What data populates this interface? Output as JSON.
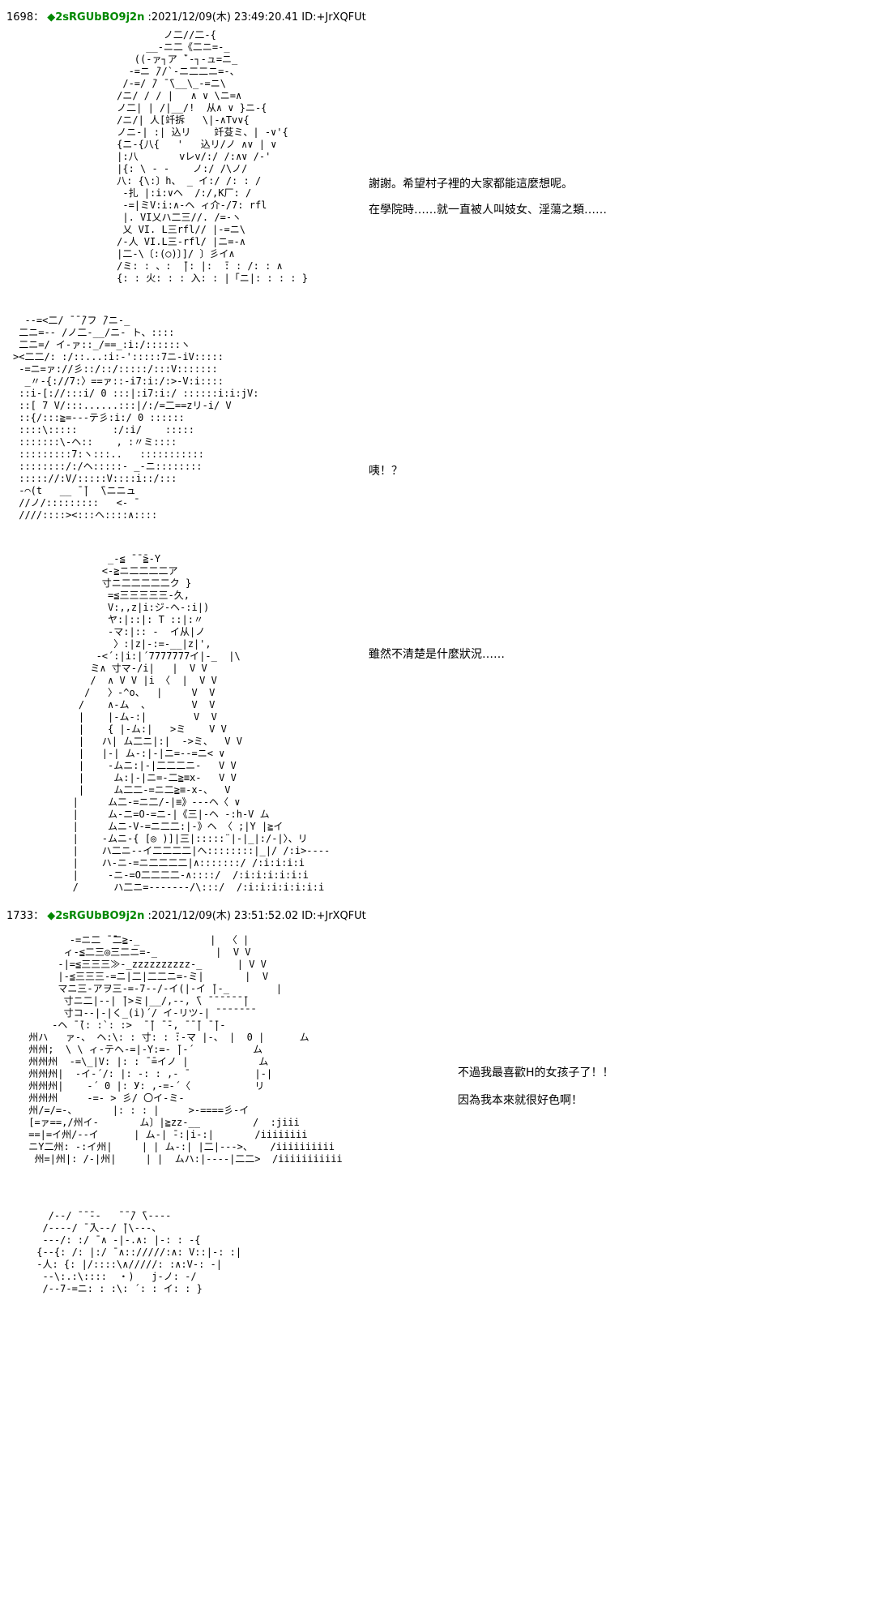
{
  "colors": {
    "background": "#ffffff",
    "text": "#000000",
    "tripcode_green": "#008800"
  },
  "posts": [
    {
      "header": {
        "number": "1698",
        "separator": "：",
        "tripcode": "◆2sRGUbBO9j2n",
        "meta": " :2021/12/09(木) 23:49:20.41 ID:+JrXQFUt"
      },
      "dialogues": [
        "謝謝。希望村子裡的大家都能這麼想呢。",
        "在學院時……就一直被人叫妓女、淫蕩之類……",
        "咦！？",
        "雖然不清楚是什麼狀況……"
      ],
      "aa_blocks": [
        [
          "             ノ二//二-{",
          "          __-ニ二《二ニ=-_",
          "        ((-ァ┐ア ̄`-┐-ュ=ニ_",
          "       -=ニ ̄//`-ニ二二ニ=-、",
          "      /-=/ ̄/ ̄ ̄\\__\\_-=ニ\\",
          "     /ニ/ / / |   ∧ ∨ \\ニ=∧",
          "     ノ二| | /|__/!  从∧ ∨ }ニ-{",
          "     /ニ/| 人[竏拆   \\|-∧Тv∨{",
          "     ノニ-| :| 込リ    竏芟ミ、| -∨'{",
          "     {ニ-{八{   '   込リ/ノ ∧∨ | ∨",
          "     |:八       vレv/:/ /:∧∨ /-'",
          "     |{: \\ - -    ノ:/ /\\ノ/",
          "     八: {\\:〕h、 _ イ:/ /: : /",
          "      -扎 |:i:∨ヘ  /:/,K厂: /",
          "      -=|ミV:i:∧-ヘ ィ介-/7: rfl",
          "      |. VI乂ハ二三//. /=-ヽ",
          "      乂 VI. L三rfl// |-=ニ\\",
          "     /-人 VI.L三-rfl/ |ニ=-∧",
          "     |二-\\〔:(○)〕]/ 〕彡イ∧",
          "     /ミ: : 、:  ̄|: |:  ̄: : /: : ∧",
          "     {: : 火: : : 入: : |「ニ|: : : : }"
        ],
        [
          "  --=<二/ ̄ ̄ ̄/フ ̄/ニ-_",
          " 二ニ=-- /ノ二-__/ニ- ト、::::",
          " 二ニ=/ イ-ァ::_/==_:i:/::::::ヽ",
          "><二二/: :/::...:i:-':::::7ニ-iV:::::",
          " -=ニ=ァ://彡::/::/:::::/:::V:::::::",
          "  _〃-{://7:〉==ァ::-i7:i:/:>-V:i::::",
          " ::i-[://:::i/ 0 :::|:i7:i:/ ::::::i:i:jV:",
          " ::[ 7 V/:::......:::|/:/=二==zリ-i/ V",
          " ::{/:::≧=---テ彡:i:/ 0 ::::::",
          " ::::\\:::::      :/:i/    :::::",
          " :::::::\\-ヘ::    , :〃ミ::::",
          " :::::::::7:ヽ:::..   :::::::::::",
          " ::::::::/:/ヘ:::::- _-ニ::::::::",
          " ::::://:V/:::::V::::i::/:::",
          " -⌒(t   __ ̄ ̄|  ̄\\ニニュ",
          " //ノ/:::::::::   <- ̄",
          " ////::::><:::ヘ::::∧::::"
        ],
        [
          "         _-≦ ̄ ̄ ̄≧-Y",
          "        <-≧ニ二二二二ア",
          "        寸ニ二二二二二ク }",
          "         =≦三三三三三-久,",
          "         V:,,z|i:ジ-ヘ-:i|)",
          "         ヤ:|::|: Т ::|:〃",
          "         -マ:|:: -  イ从|ノ",
          "          〉:|z|-:=-__|z|',",
          "       -<´:|i:|´7777777イ|-_  |\\",
          "      ミ∧ 寸マ-/i|   |  V V",
          "      /  ∧ V V |i 〈  |  V V",
          "     /   〉-^o、  |     V  V",
          "    /    ∧-ム  、       V  V",
          "    |    |-ム-:|        V  V",
          "    |    { |-ム:|   >ミ    V V",
          "    |   ハ| ム二ニ|:|  ->ミ、  V V",
          "    |   |-| ム-:|-|ニ=--=ニ< ∨",
          "    |    -ムニ:|-|二二二ニ-   V V",
          "    |     ム:|-|ニ=-二≧≡x-   V V",
          "    |     ム二二-=ニ二≧≡-x-、  V",
          "   |     ム二-=ニ二/-|≡》---ヘ〈 ∨",
          "   |     ム-ニ=O-=ニ-|《三|-ヘ -:h-V ム",
          "   |     ムニ-V-=ニ二二:|-》ヘ 〈 ;|Y |≧イ",
          "   |    -ムニ-{ [◎ )]|三|:::::¨|-|_|:/-|〉、リ",
          "   |    ハ二ニ--イ二二二二|ヘ::::::::|_|/ /:i>----",
          "   |    ハ-ニ-=ニ二二二二|∧:::::::/ /:i:i:i:i",
          "   |     -ニ-=O二二二二-∧::::/  /:i:i:i:i:i:i",
          "   /      ハ二ニ=-------/\\:::/  /:i:i:i:i:i:i:i"
        ]
      ]
    },
    {
      "header": {
        "number": "1733",
        "separator": "：",
        "tripcode": "◆2sRGUbBO9j2n",
        "meta": " :2021/12/09(木) 23:51:52.02 ID:+JrXQFUt"
      },
      "dialogues": [
        "不過我最喜歡H的女孩子了！！",
        "因為我本來就很好色啊！"
      ],
      "aa_blocks": [
        [
          "        -=ニ二 ̄ ̄二≧-_            |  〈 |",
          "       ィ-≦二三◎三二ニ=-_          |  V V",
          "      -|=≦三三三≫-_zzzzzzzzzz-_      | V V",
          "      |-≦三三三-=ニ|二|二二ニ=-ミ|       |  V",
          "      マニ三-アヲ三-=-7--/-イ(|-イ ̄|-_        |",
          "       寸ニ二|--| ̄|>ミ|__/,--, ̄\\ ̄ ̄ ̄ ̄ ̄ ̄ ̄|",
          "       寸コ--|-|く_(i)´/ イ-リツ-| ̄ ̄ ̄ ̄ ̄ ̄ ̄",
          "     -ヘ ̄ ̄(: :`: :>  ̄ ̄| ̄ ̄-, ̄ ̄ ̄| ̄ ̄|-",
          " 州ハ   ァ-、 ヘ:\\: : 寸: : ̄:-マ |-、 |  0 |      ム",
          " 州州;  \\ \\ ィ-テヘ-=|-Y:=- ̄|-´          ム",
          " 州州州  -=\\_|V: |: : ̄ ̄=イノ |            ム",
          " 州州州|  -イ-´/: |: -: : ,- ̄            |-|",
          " 州州州|    -´ 0 |: У: ,-=-´〈           リ",
          " 州州州     -=- > 彡/ 〇イ-ミ-",
          " 州/=/=-、      |: : : |     >-====彡-イ",
          " [=ァ==,/州イ-       ム〕|≧zz-__         /  :jiii",
          " ==|=イ州/--イ      | ム-| ̄-:|i-:|       /iiiiiiii",
          " ニY二州: -:イ州|     | | ム-:| |二|--->、   /iiiiiiiiii",
          "  州=|州|: /-|州|     | |  ムハ:|----|二二>  /iiiiiiiiiii"
        ],
        [
          "   /--/ ̄ ̄ ̄--   ̄ ̄ ̄/ ̄\\----",
          "  /----/ ̄ ̄人--/ ̄|\\---、",
          "  ---/: :/ ̄ ∧ -|-.∧: |-: : -{",
          " {--{: /: |:/ ̄ ∧:://///:∧: V::|-: :|",
          " -人: {: |/::::\\∧/////: :∧:V-: -|",
          "  --\\:.:\\::::  ・)   j-ノ: -/",
          "  /--7-=ニ: : :\\: ´: : イ: : }"
        ]
      ]
    }
  ]
}
